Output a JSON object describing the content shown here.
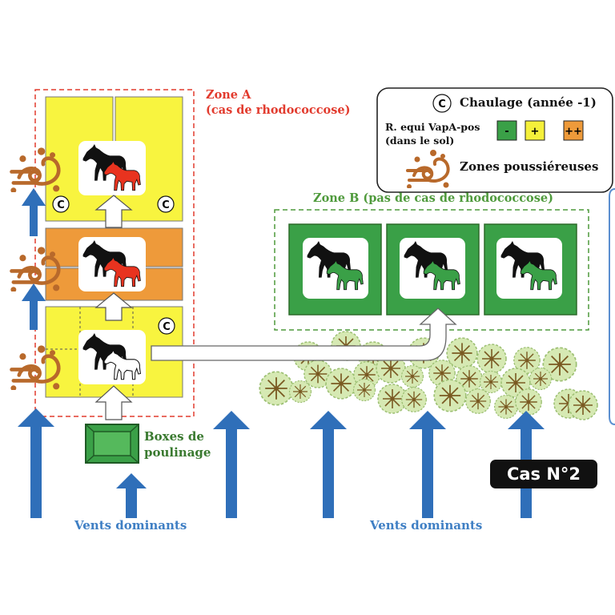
{
  "zone_a": {
    "title": "Zone A\n(cas de rhodococcose)"
  },
  "zone_b": {
    "title": "Zone B (pas de cas de rhodococcose)"
  },
  "legend": {
    "chaulage_symbol": "C",
    "chaulage_label": "Chaulage (année -1)",
    "requi_label": "R. equi VapA-pos\n(dans le sol)",
    "levels": [
      {
        "label": "-",
        "color": "#3aa047"
      },
      {
        "label": "+",
        "color": "#f5f03a"
      },
      {
        "label": "++",
        "color": "#ee9a3a"
      }
    ],
    "dust_label": "Zones poussiéreuses"
  },
  "chalk_markers": [
    "C",
    "C",
    "C"
  ],
  "boxes": {
    "label": "Boxes de\npoulinage"
  },
  "winds": {
    "label_left": "Vents dominants",
    "label_right": "Vents dominants"
  },
  "case": {
    "label": "Cas N°2"
  },
  "icons": [
    "horse-icon",
    "foal-icon",
    "dust-swirl-icon",
    "wind-arrow-icon",
    "tree-icon",
    "foaling-box-icon"
  ],
  "colors": {
    "zone_a_border": "#e23b2e",
    "zone_b_border": "#4f9a3c",
    "wind": "#2f6fb9",
    "paddock_yellow": "#f8f43f",
    "paddock_orange": "#ee9a3a",
    "paddock_green": "#3aa047",
    "foal_red": "#e8331f",
    "foal_green": "#3aa047",
    "dust_brown": "#b8692b",
    "tree_fill": "#d6e9b3",
    "tree_stroke": "#7a5a22"
  }
}
